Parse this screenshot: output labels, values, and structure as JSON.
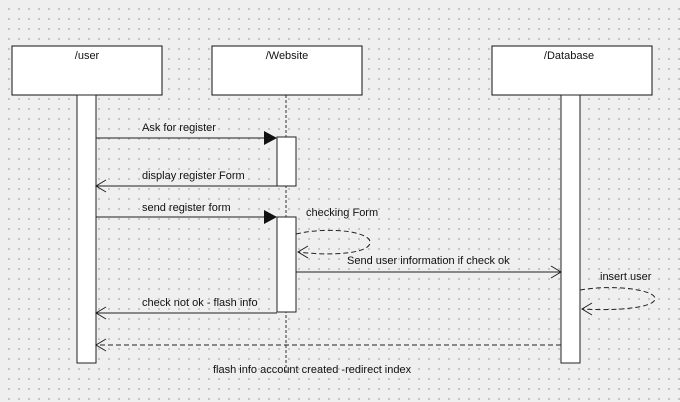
{
  "participants": [
    {
      "id": "user",
      "label": "/user"
    },
    {
      "id": "website",
      "label": "/Website"
    },
    {
      "id": "database",
      "label": "/Database"
    }
  ],
  "messages": [
    {
      "id": "ask_register",
      "from": "user",
      "to": "website",
      "label": "Ask for register",
      "style": "sync"
    },
    {
      "id": "display_form",
      "from": "website",
      "to": "user",
      "label": "display register Form",
      "style": "reply"
    },
    {
      "id": "send_form",
      "from": "user",
      "to": "website",
      "label": "send register form",
      "style": "sync"
    },
    {
      "id": "checking_form",
      "from": "website",
      "to": "website",
      "label": "checking Form",
      "style": "self"
    },
    {
      "id": "send_user_info",
      "from": "website",
      "to": "database",
      "label": "Send user information if check ok",
      "style": "async"
    },
    {
      "id": "insert_user",
      "from": "database",
      "to": "database",
      "label": "insert user",
      "style": "self"
    },
    {
      "id": "check_not_ok",
      "from": "website",
      "to": "user",
      "label": "check not ok - flash info",
      "style": "reply"
    },
    {
      "id": "flash_created",
      "from": "database",
      "to": "user",
      "label": "flash info account created -redirect index",
      "style": "return"
    }
  ]
}
